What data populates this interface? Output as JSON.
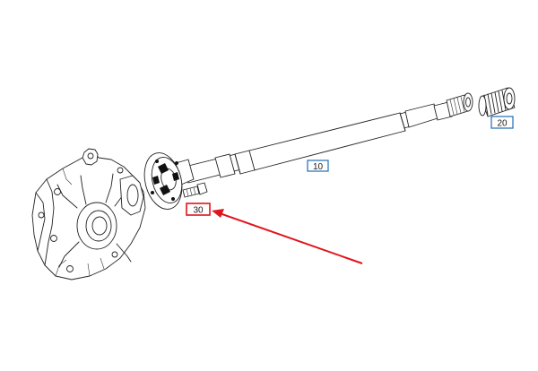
{
  "diagram": {
    "parts": [
      {
        "id": "shaft",
        "label": "10"
      },
      {
        "id": "boot",
        "label": "20"
      },
      {
        "id": "bolt",
        "label": "30"
      }
    ],
    "highlighted_part": "30",
    "colors": {
      "callout_box": "#1f6db5",
      "highlight_box": "#e0141c",
      "arrow": "#e0141c",
      "line_art": "#222222"
    }
  }
}
